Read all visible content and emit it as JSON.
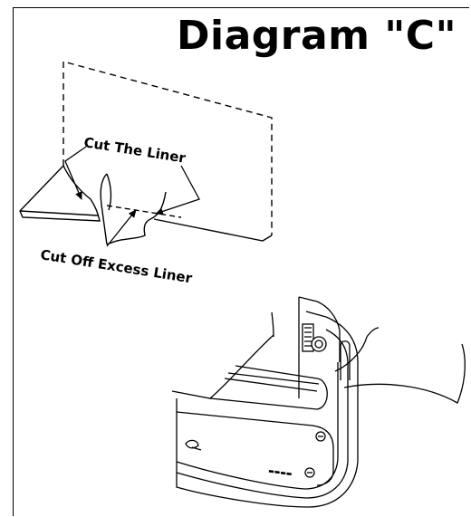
{
  "title": "Diagram \"C\"",
  "labels": {
    "cut_liner": "Cut The Liner",
    "cut_excess": "Cut Off Excess Liner"
  },
  "colors": {
    "line": "#000000",
    "background": "#ffffff"
  }
}
